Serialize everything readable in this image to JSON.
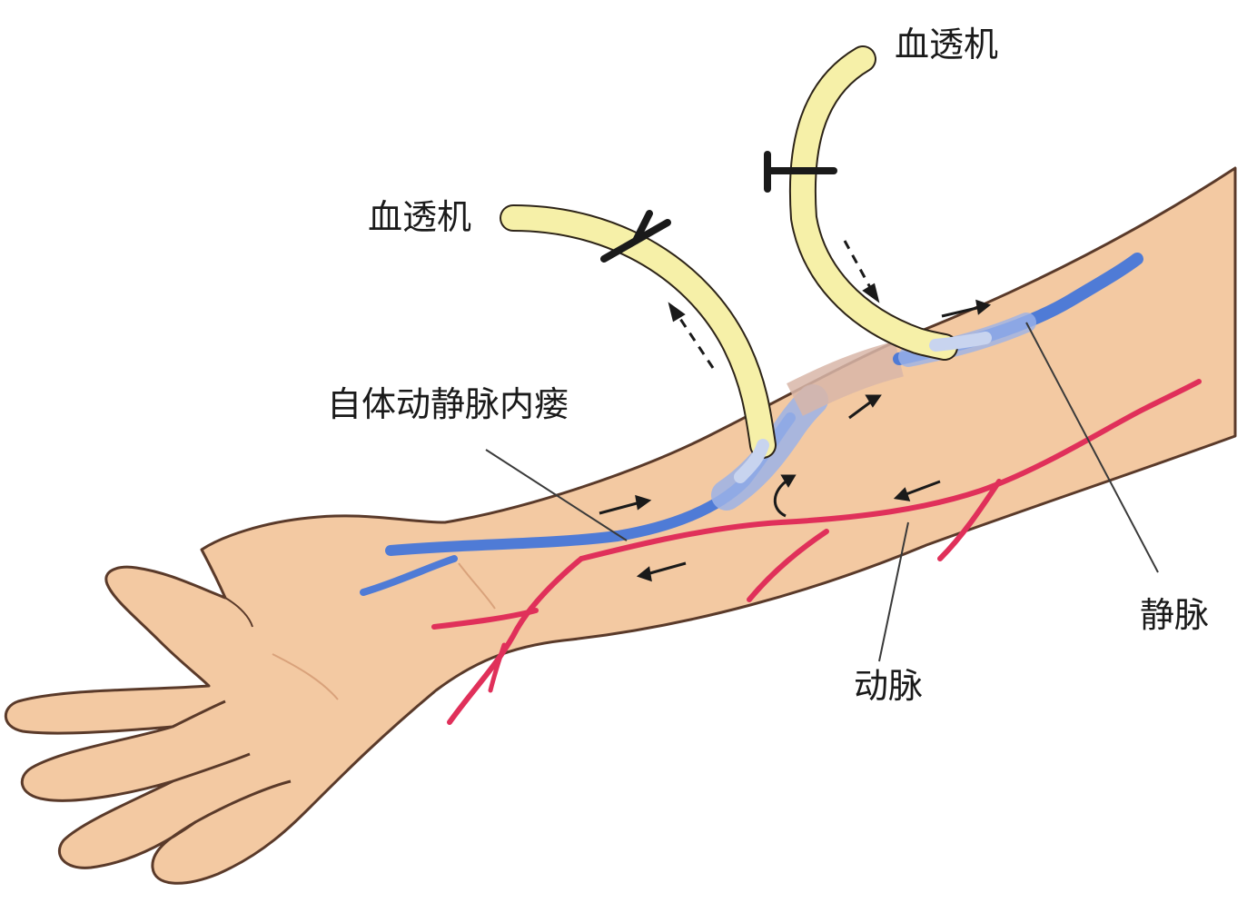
{
  "labels": {
    "dialysis_machine_left": "血透机",
    "dialysis_machine_right": "血透机",
    "av_fistula": "自体动静脉内瘘",
    "vein": "静脉",
    "artery": "动脉"
  },
  "colors": {
    "skin": "#f3c9a2",
    "skin_outline": "#5a3a2a",
    "vein": "#4f7bd6",
    "artery": "#e0305a",
    "tube": "#f6f0a8",
    "tube_outline": "#2d2418",
    "clamp": "#1a1a1a"
  }
}
